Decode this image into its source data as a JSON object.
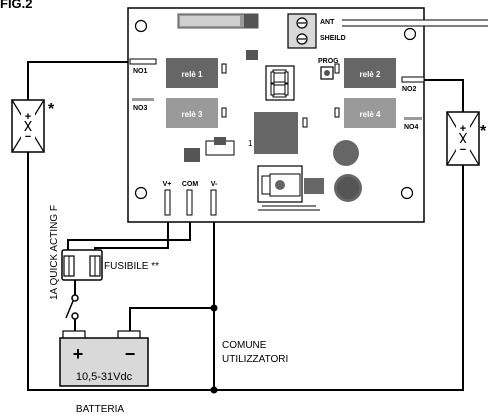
{
  "figure_label": "FIG.2",
  "board": {
    "antenna_terminals": [
      "ANT",
      "SHEILD"
    ],
    "prog_label": "PROG",
    "relays": [
      "relè 1",
      "relè 2",
      "relè 3",
      "relè 4"
    ],
    "outputs": [
      "NO1",
      "NO3",
      "NO2",
      "NO4"
    ],
    "power_terminals": [
      "V+",
      "COM",
      "V-"
    ],
    "pin_one": "1"
  },
  "loads": {
    "plus": "+",
    "minus": "−",
    "asterisk": "*"
  },
  "fuse": {
    "label": "FUSIBILE **",
    "side_label": "1A QUICK ACTING F"
  },
  "battery": {
    "plus": "+",
    "minus": "−",
    "voltage": "10,5-31Vdc",
    "caption": "BATTERIA"
  },
  "common_label": [
    "COMUNE",
    "UTILIZZATORI"
  ]
}
